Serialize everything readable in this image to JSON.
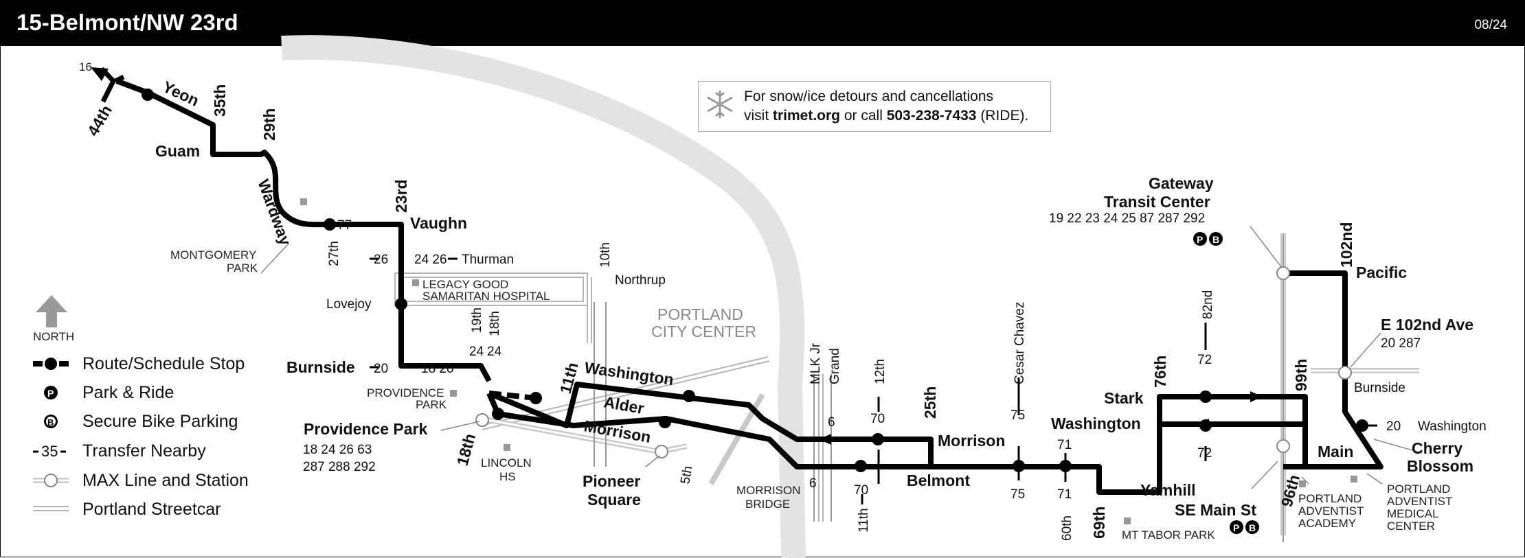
{
  "header": {
    "title": "15-Belmont/NW 23rd",
    "date": "08/24"
  },
  "notice": {
    "line1": "For snow/ice detours and cancellations",
    "line2_prefix": "visit ",
    "site": "trimet.org",
    "line2_mid": " or call ",
    "phone": "503-238-7433",
    "line2_suffix": " (RIDE)."
  },
  "legend": {
    "north": "NORTH",
    "items": [
      {
        "label": "Route/Schedule Stop",
        "icon": "route-stop-icon"
      },
      {
        "label": "Park & Ride",
        "icon": "park-ride-icon"
      },
      {
        "label": "Secure Bike Parking",
        "icon": "bike-parking-icon"
      },
      {
        "label": "Transfer Nearby",
        "icon": "transfer-icon",
        "symbol": "35"
      },
      {
        "label": "MAX Line and Station",
        "icon": "max-station-icon"
      },
      {
        "label": "Portland Streetcar",
        "icon": "streetcar-icon"
      }
    ]
  },
  "labels": {
    "r16": "16",
    "th44": "44th",
    "yeon": "Yeon",
    "th35": "35th",
    "th29": "29th",
    "guam": "Guam",
    "wardway": "Wardway",
    "montgomery1": "MONTGOMERY",
    "montgomery2": "PARK",
    "th27": "27th",
    "r77": "77",
    "rd23": "23rd",
    "vaughn": "Vaughn",
    "t26a": "26",
    "t2426": "24 26",
    "thurman": "Thurman",
    "legacy1": "LEGACY GOOD",
    "legacy2": "SAMARITAN HOSPITAL",
    "lovejoy": "Lovejoy",
    "burnside": "Burnside",
    "t20": "20",
    "t1820": "18 20",
    "th19": "19th",
    "th18b": "18th",
    "t24a": "24",
    "t24b": "24",
    "th10": "10th",
    "northrup": "Northrup",
    "pcc1": "PORTLAND",
    "pcc2": "CITY CENTER",
    "providence_park_lbl1": "PROVIDENCE",
    "providence_park_lbl2": "PARK",
    "providence": "Providence Park",
    "prov_r1": "18 24 26 63",
    "prov_r2": "287 288 292",
    "th18": "18th",
    "lincoln1": "LINCOLN",
    "lincoln2": "HS",
    "th11": "11th",
    "washington_w": "Washington",
    "alder": "Alder",
    "morrison_w": "Morrison",
    "pioneer1": "Pioneer",
    "pioneer2": "Square",
    "th5": "5th",
    "morrison_bridge1": "MORRISON",
    "morrison_bridge2": "BRIDGE",
    "mlk": "MLK Jr",
    "grand": "Grand",
    "t6a": "6",
    "t6b": "6",
    "th12": "12th",
    "t70a": "70",
    "t70b": "70",
    "th11e": "11th",
    "th25": "25th",
    "morrison_e": "Morrison",
    "belmont": "Belmont",
    "cesar": "Cesar Chavez",
    "t75a": "75",
    "t75b": "75",
    "washington_e": "Washington",
    "t71a": "71",
    "t71b": "71",
    "th60": "60th",
    "th69": "69th",
    "mt_tabor": "MT TABOR PARK",
    "stark": "Stark",
    "th76": "76th",
    "nd82": "82nd",
    "t72a": "72",
    "t72b": "72",
    "yamhill": "Yamhill",
    "se_main": "SE Main St",
    "gateway1": "Gateway",
    "gateway2": "Transit Center",
    "gateway_r": "19 22 23 24 25 87 287 292",
    "nd102": "102nd",
    "pacific": "Pacific",
    "th99": "99th",
    "th96": "96th",
    "e102_1": "E 102nd Ave",
    "e102_2": "20 287",
    "burnside_e": "Burnside",
    "t20e": "20",
    "washington_far": "Washington",
    "main": "Main",
    "cherry1": "Cherry",
    "cherry2": "Blossom",
    "paa1": "PORTLAND",
    "paa2": "ADVENTIST",
    "paa3": "ACADEMY",
    "pamc1": "PORTLAND",
    "pamc2": "ADVENTIST",
    "pamc3": "MEDICAL",
    "pamc4": "CENTER"
  }
}
